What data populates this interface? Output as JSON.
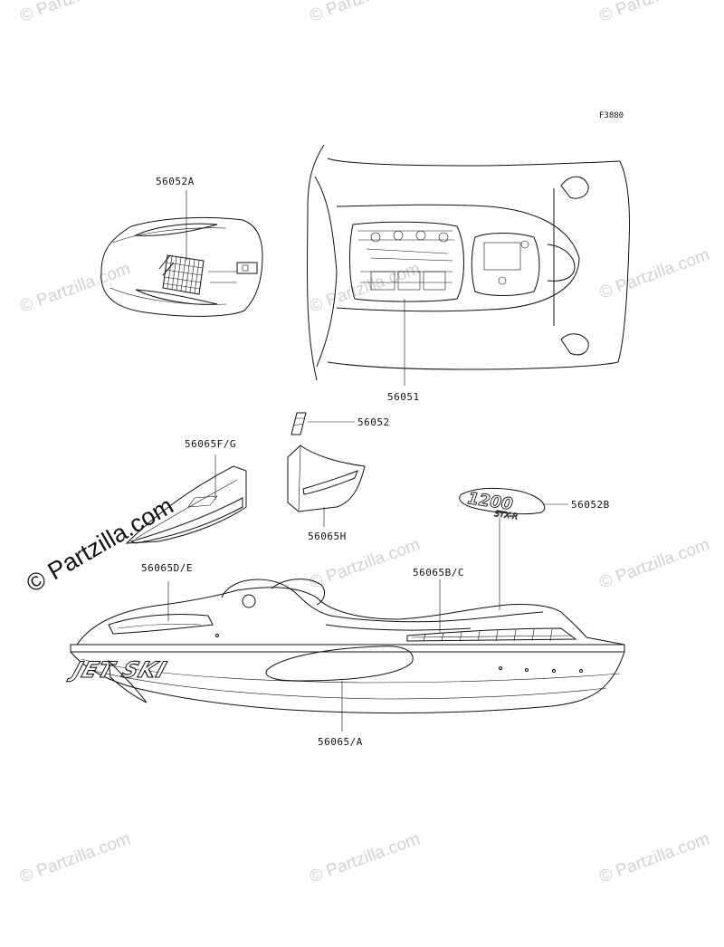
{
  "diagram": {
    "code": "F3880",
    "labels": {
      "hood_decal": "56052A",
      "deck_decal": "56051",
      "small_emblem": "56052",
      "side_stripe_fg": "56065F/G",
      "rear_stripe": "56065H",
      "model_badge": "56052B",
      "front_stripe_de": "56065D/E",
      "rear_stripe_bc": "56065B/C",
      "hull_jetski": "56065/A"
    },
    "graphic_text": {
      "jetski": "JET SKI",
      "model_number": "1200",
      "model_suffix": "STX-R"
    }
  },
  "watermark": {
    "text": "© Partzilla.com"
  }
}
